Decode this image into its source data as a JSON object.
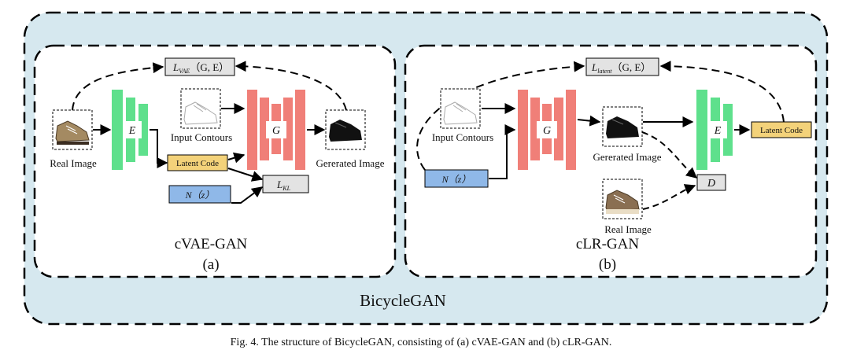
{
  "outer_label": "BicycleGAN",
  "caption": "Fig. 4.   The structure of BicycleGAN, consisting of (a) cVAE-GAN and (b) cLR-GAN.",
  "colors": {
    "outer_fill": "#d6e8ef",
    "encoder": "#5ee08c",
    "generator": "#f07f78",
    "latent_code": "#f3d27a",
    "noise": "#8fb8e8",
    "loss_box": "#e3e3e3"
  },
  "cvae": {
    "title": "cVAE-GAN",
    "sub": "(a)",
    "loss_vae": {
      "L": "L",
      "sub": "VAE",
      "args": "（G, E）"
    },
    "real_image": "Real Image",
    "encoder": "E",
    "input_contours": "Input Contours",
    "generator": "G",
    "generated_image": "Gererated Image",
    "latent_code": "Latent Code",
    "noise": "N（z）",
    "loss_kl": {
      "L": "L",
      "sub": "KL"
    }
  },
  "clr": {
    "title": "cLR-GAN",
    "sub": "(b)",
    "loss_latent": {
      "L": "L",
      "sub": "latent",
      "args": "（G, E）"
    },
    "input_contours": "Input Contours",
    "generator": "G",
    "generated_image": "Gererated Image",
    "encoder": "E",
    "latent_code": "Latent Code",
    "noise": "N（z）",
    "discriminator": "D",
    "real_image": "Real Image"
  }
}
